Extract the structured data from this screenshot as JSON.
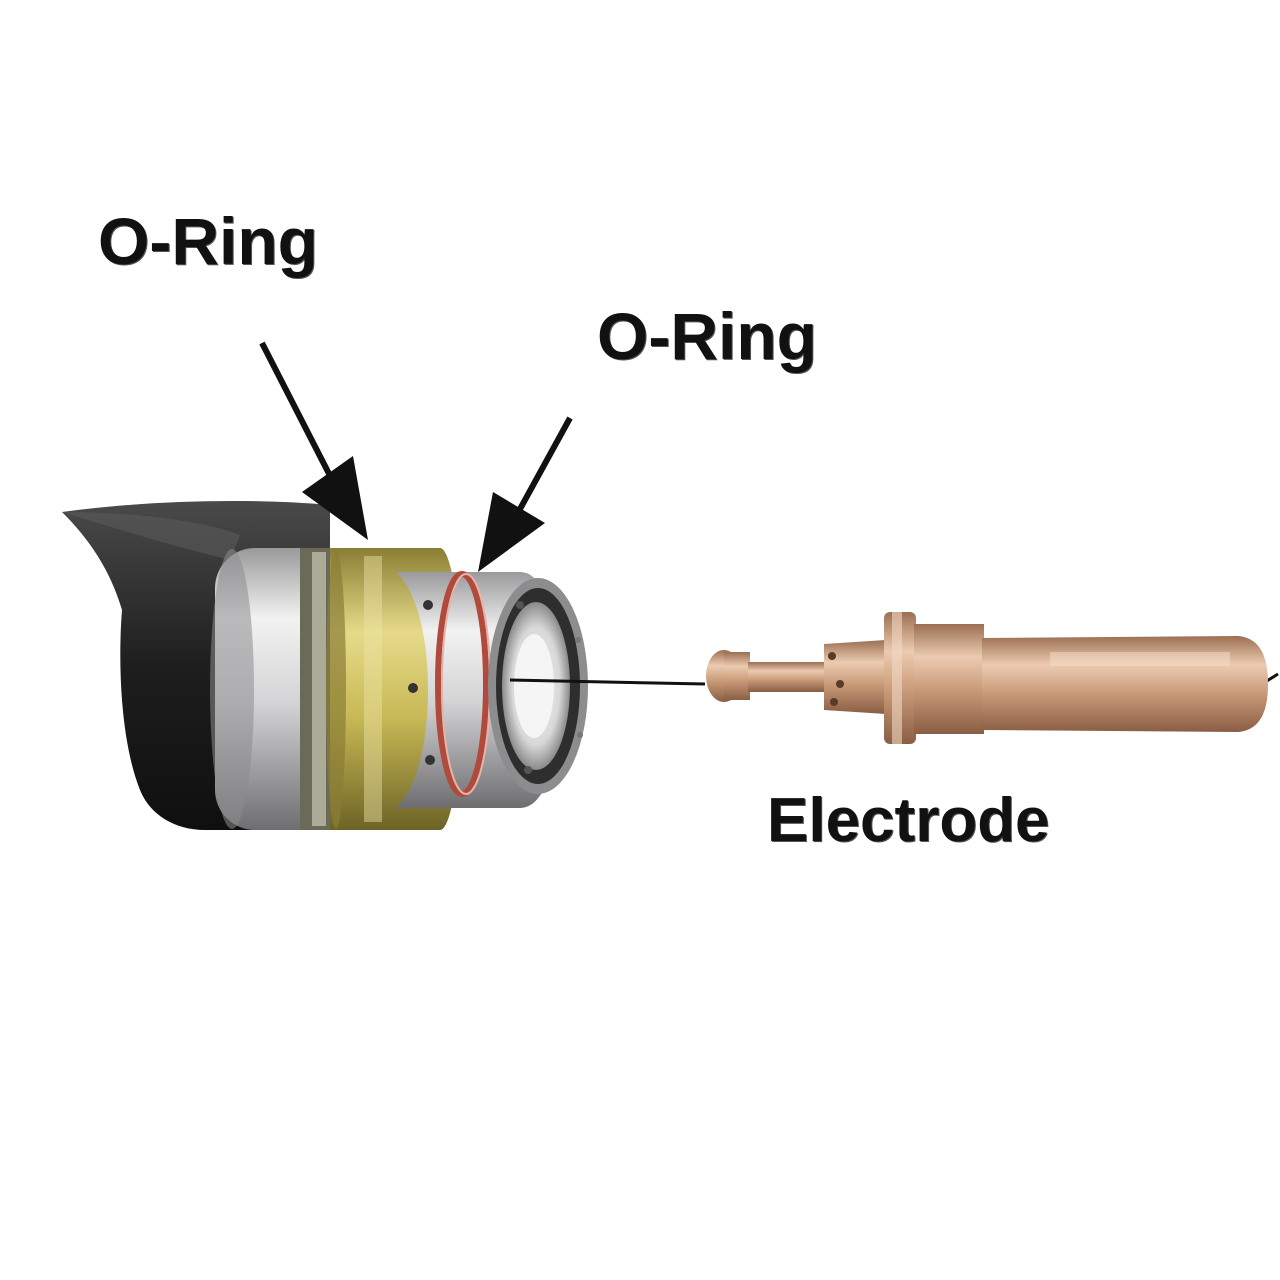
{
  "labels": {
    "oring_outer": "O-Ring",
    "oring_inner": "O-Ring",
    "electrode": "Electrode"
  },
  "colors": {
    "background": "#ffffff",
    "text": "#111111",
    "torch_body": "#2b2b2b",
    "swirl_ring_silver": "#c9c9cb",
    "gold_ring": "#c9bb5a",
    "red_oring": "#b04a3c",
    "electrode_copper": "#c89a78"
  }
}
